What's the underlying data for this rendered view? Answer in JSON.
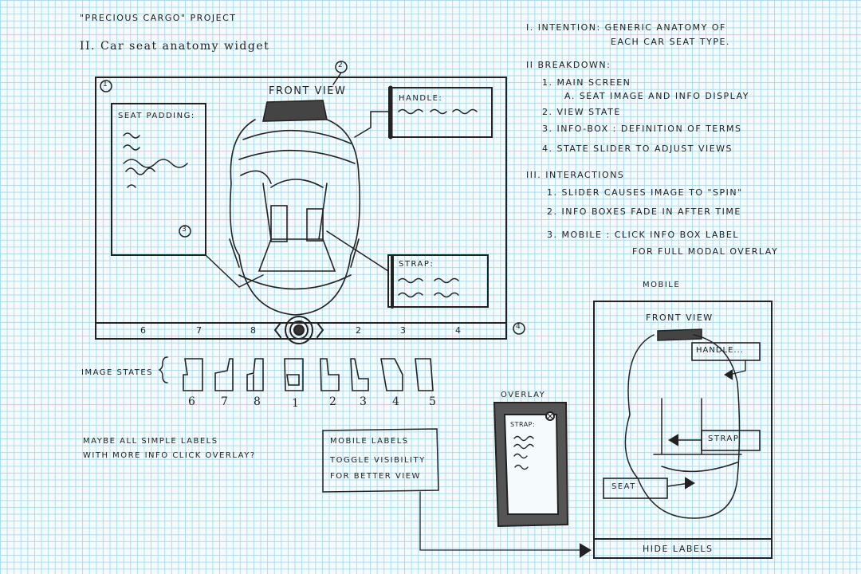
{
  "header": {
    "project": "\"Precious Cargo\" Project",
    "section": "II. Car seat anatomy widget"
  },
  "widget": {
    "front_view": "Front view",
    "callout_1": "1",
    "callout_2": "2",
    "callout_3": "3",
    "callout_4": "4",
    "seat_padding_label": "Seat padding:",
    "handle_label": "Handle:",
    "strap_label": "Strap:",
    "slider_ticks": [
      "6",
      "7",
      "8",
      "2",
      "3",
      "4"
    ]
  },
  "image_states": {
    "label": "Image states",
    "numbers": [
      "6",
      "7",
      "8",
      "1",
      "2",
      "3",
      "4",
      "5"
    ]
  },
  "notes": {
    "simple_labels": [
      "Maybe all simple labels",
      "with more info click overlay?"
    ],
    "mobile_labels": [
      "Mobile labels",
      "Toggle visibility",
      "for better view"
    ]
  },
  "outline": {
    "intention": [
      "I. Intention: Generic anatomy of",
      "each car seat type."
    ],
    "breakdown_title": "II Breakdown:",
    "breakdown": [
      "1. Main screen",
      "A. Seat image and info display",
      "2. View state",
      "3. Info-box : Definition of terms",
      "4. State slider to adjust views"
    ],
    "interactions_title": "III. Interactions",
    "interactions": [
      "1. Slider causes image to \"spin\"",
      "2. Info boxes fade in after time",
      "3. Mobile : Click info box label",
      "for full modal overlay"
    ]
  },
  "overlay": {
    "title": "Overlay",
    "strap_label": "Strap:"
  },
  "mobile": {
    "title": "Mobile",
    "front_view": "Front view",
    "handle_label": "Handle...",
    "strap_label": "Strap",
    "seat_label": "Seat",
    "hide_labels": "Hide labels"
  }
}
